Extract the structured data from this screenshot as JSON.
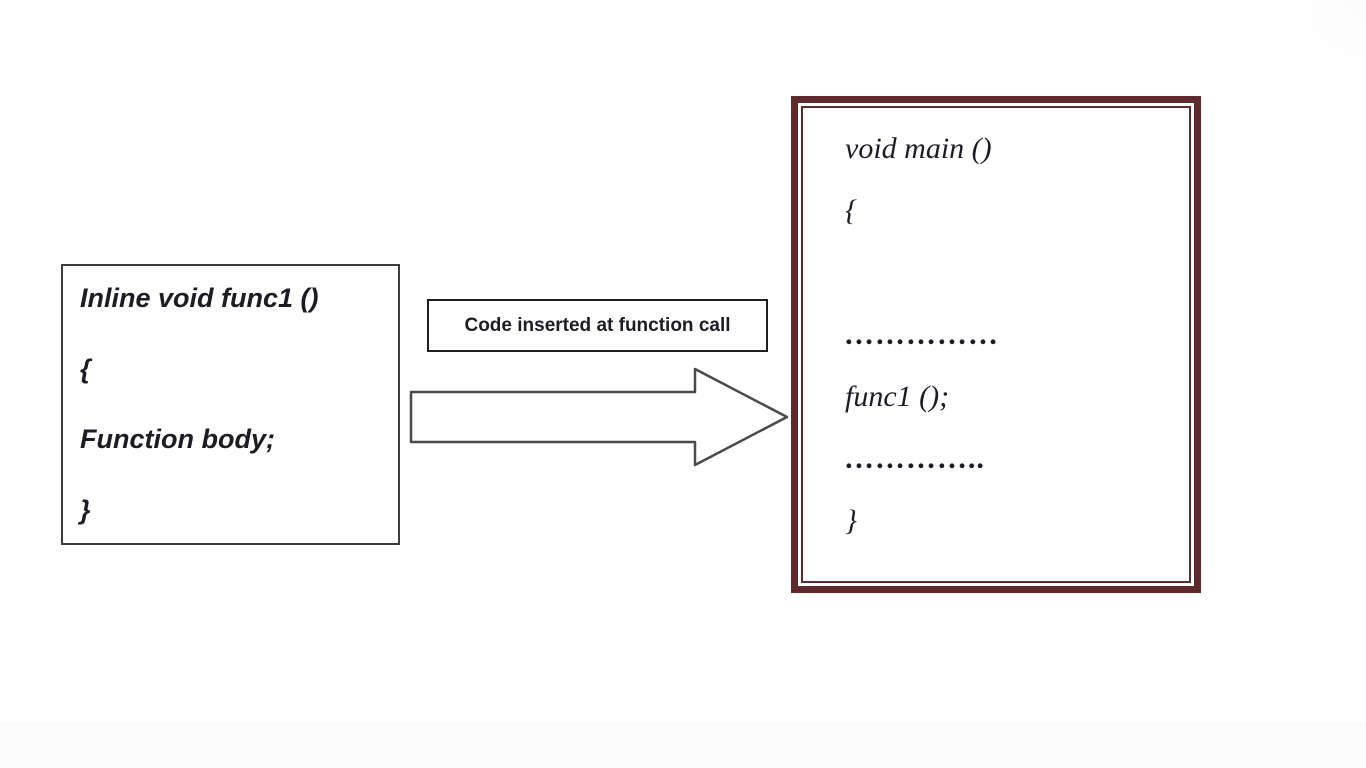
{
  "diagram": {
    "topic": "inline-function-expansion"
  },
  "colors": {
    "bg": "#ffffff",
    "maroon": "#5E2A2B",
    "box-border": "#3d3d3d",
    "label-border": "#1f1f1f",
    "arrow-stroke": "#4a4a4a",
    "text": "#1c1c24"
  },
  "left_box": {
    "lines": [
      "Inline void func1 ()",
      "{",
      "Function body;",
      "}"
    ]
  },
  "arrow": {
    "label": "Code inserted at function call",
    "direction": "right"
  },
  "right_box": {
    "lines": [
      "void main ()",
      "{",
      "",
      "……………",
      "func1 ();",
      "…………..",
      "}"
    ]
  }
}
